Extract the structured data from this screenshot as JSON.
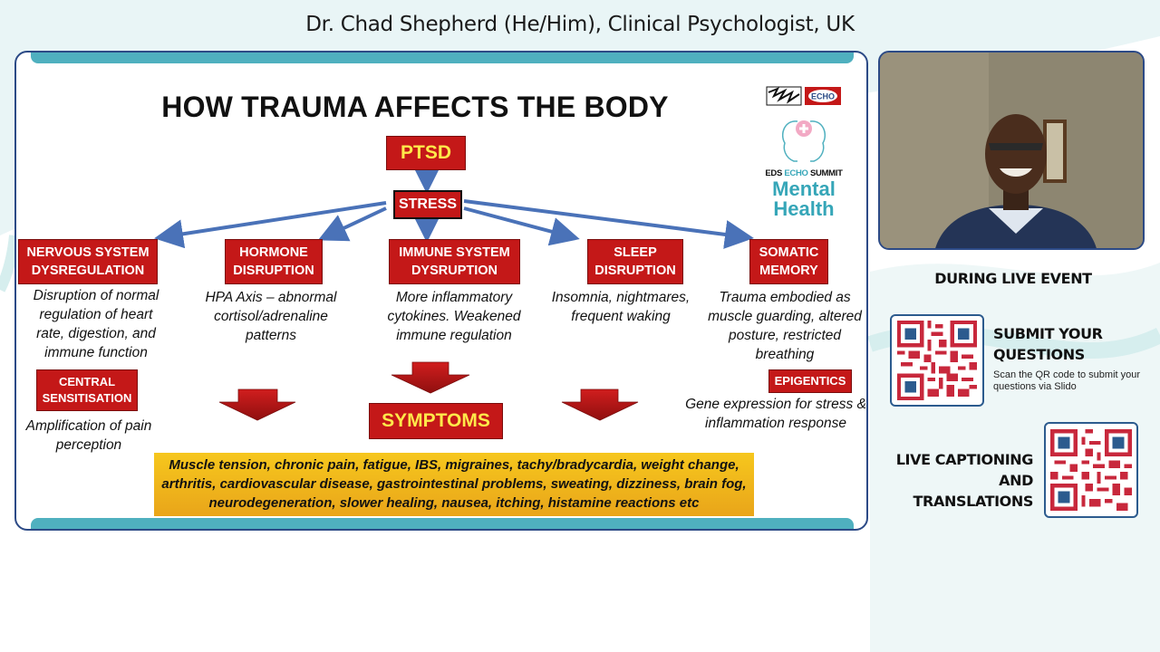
{
  "header": {
    "title": "Dr. Chad Shepherd (He/Him), Clinical Psychologist, UK"
  },
  "slide": {
    "title": "HOW TRAUMA AFFECTS THE BODY",
    "ptsd": "PTSD",
    "stress": "STRESS",
    "categories": [
      {
        "label": "NERVOUS SYSTEM DYSREGULATION",
        "description": "Disruption of normal regulation of heart rate, digestion, and immune function"
      },
      {
        "label": "HORMONE DISRUPTION",
        "description": "HPA Axis – abnormal cortisol/adrenaline patterns"
      },
      {
        "label": "IMMUNE SYSTEM DYSRUPTION",
        "description": "More inflammatory cytokines. Weakened immune regulation"
      },
      {
        "label": "SLEEP DISRUPTION",
        "description": "Insomnia, nightmares, frequent waking"
      },
      {
        "label": "SOMATIC MEMORY",
        "description": "Trauma embodied as muscle guarding, altered posture, restricted breathing"
      }
    ],
    "central": {
      "label": "CENTRAL SENSITISATION",
      "description": "Amplification of pain perception"
    },
    "epigenetics": {
      "label": "EPIGENTICS",
      "description": "Gene expression for stress & inflammation response"
    },
    "symptoms": "SYMPTOMS",
    "symptoms_list": "Muscle tension, chronic pain, fatigue, IBS, migraines, tachy/bradycardia, weight change, arthritis, cardiovascular disease, gastrointestinal problems, sweating, dizziness, brain fog,  neurodegeneration, slower healing, nausea, itching, histamine reactions etc",
    "logo": {
      "summit_line_a": "EDS",
      "summit_line_b": "ECHO",
      "summit_line_c": "SUMMIT",
      "title_line1": "Mental",
      "title_line2": "Health",
      "badge": "ECHO"
    }
  },
  "right_panel": {
    "heading": "DURING LIVE EVENT",
    "submit_title": "SUBMIT YOUR QUESTIONS",
    "submit_subtitle": "Scan the QR code to submit your questions via Slido",
    "captioning_title": "LIVE CAPTIONING AND TRANSLATIONS"
  },
  "colors": {
    "accent_red": "#c41818",
    "teal": "#4fb0bf",
    "navy": "#2c4a86",
    "gold": "#f6c71d",
    "qr_red": "#c8283c",
    "qr_blue": "#2c5b8e"
  }
}
